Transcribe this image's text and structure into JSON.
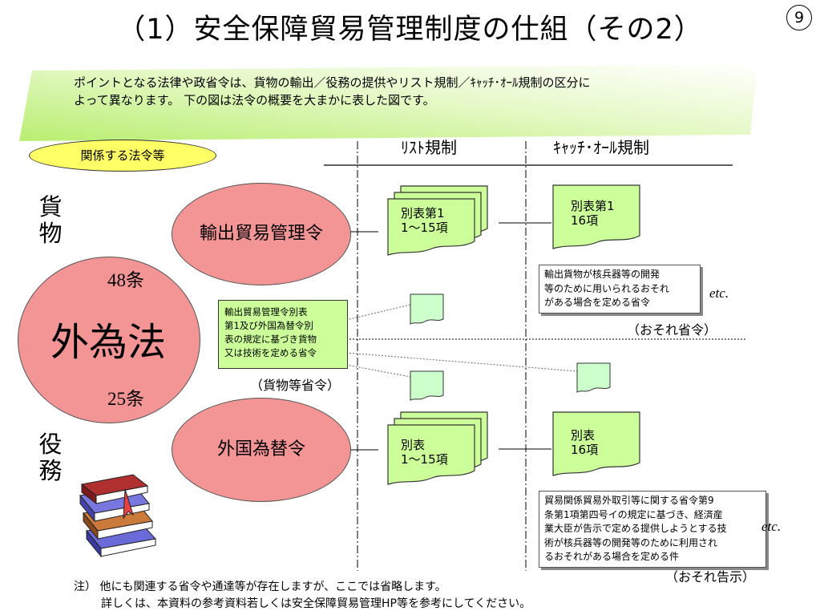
{
  "title": "（1）安全保障貿易管理制度の仕組（その2）",
  "page_number": "9",
  "intro": {
    "line1": "ポイントとなる法律や政省令は、貨物の輸出／役務の提供やリスト規制／ｷｬｯﾁ･ｵｰﾙ規制の区分に",
    "line2": "よって異なります。 下の図は法令の概要を大まかに表した図です。"
  },
  "laws_label": "関係する法令等",
  "columns": {
    "list": "ﾘｽﾄ規制",
    "catch_all": "ｷｬｯﾁ･ｵｰﾙ規制"
  },
  "side": {
    "goods": [
      "貨",
      "物"
    ],
    "services": [
      "役",
      "務"
    ]
  },
  "fx_law": {
    "name": "外為法",
    "article_top": "48条",
    "article_bottom": "25条"
  },
  "export_order": "輸出貿易管理令",
  "fx_order": "外国為替令",
  "goods_order": {
    "lines": [
      "輸出貿易管理令別表",
      "第1及び外国為替令別",
      "表の規定に基づき貨物",
      "又は技術を定める省令"
    ],
    "caption": "（貨物等省令）"
  },
  "docs": {
    "goods_list": [
      "別表第1",
      "1～15項"
    ],
    "goods_catch": [
      "別表第1",
      "16項"
    ],
    "services_list": [
      "別表",
      "1～15項"
    ],
    "services_catch": [
      "別表",
      "16項"
    ]
  },
  "notes": {
    "concern_order": [
      "輸出貨物が核兵器等の開発",
      "等のために用いられるおそれ",
      "がある場合を定める省令"
    ],
    "concern_order_caption": "（おそれ省令）",
    "concern_notice": [
      "貿易関係貿易外取引等に関する省令第9",
      "条第1項第四号イの規定に基づき、経済産",
      "業大臣が告示で定める提供しようとする技",
      "術が核兵器等の開発等のために利用され",
      "るおそれがある場合を定める件"
    ],
    "concern_notice_caption": "（おそれ告示）",
    "etc": "etc."
  },
  "footnote": {
    "line1": "注） 他にも関連する省令や通達等が存在しますが、ここでは省略します。",
    "line2": "詳しくは、本資料の参考資料若しくは安全保障貿易管理HP等を参考にしてください。"
  },
  "colors": {
    "salmon": "#f49595",
    "doc_green": "#ccff99",
    "sticky_green": "#ccffcc",
    "yellow": "#ffff66",
    "banner_green": "#c8f08c"
  },
  "icons": {
    "books": "books-icon"
  }
}
